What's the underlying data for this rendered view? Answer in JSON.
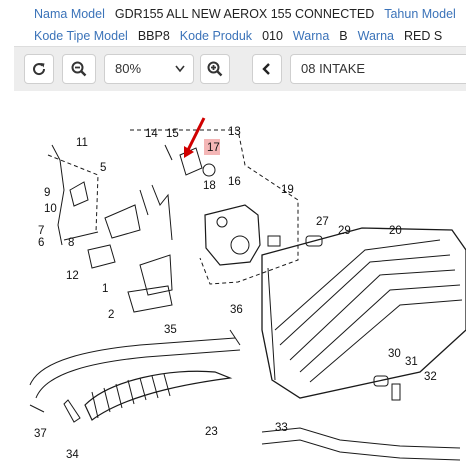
{
  "info": {
    "row1": {
      "nama_model_label": "Nama Model",
      "nama_model_value": "GDR155 ALL NEW AEROX 155 CONNECTED",
      "tahun_model_label": "Tahun Model"
    },
    "row2": {
      "kode_tipe_label": "Kode Tipe Model",
      "kode_tipe_value": "BBP8",
      "kode_produk_label": "Kode Produk",
      "kode_produk_value": "010",
      "warna1_label": "Warna",
      "warna1_value": "B",
      "warna2_label": "Warna",
      "warna2_value": "RED S"
    }
  },
  "toolbar": {
    "reset_icon": "refresh-icon",
    "zoom_out_icon": "zoom-out-icon",
    "zoom_value": "80%",
    "zoom_in_icon": "zoom-in-icon",
    "prev_icon": "chevron-left-icon",
    "section_value": "08 INTAKE"
  },
  "diagram": {
    "highlight_color": "#f4b6b6",
    "arrow_color": "#d00000",
    "callouts": [
      "11",
      "5",
      "9",
      "10",
      "6",
      "8",
      "7",
      "12",
      "14",
      "15",
      "13",
      "17",
      "18",
      "16",
      "1",
      "2",
      "19",
      "27",
      "29",
      "20",
      "36",
      "35",
      "30",
      "31",
      "32",
      "37",
      "34",
      "23",
      "33"
    ]
  }
}
